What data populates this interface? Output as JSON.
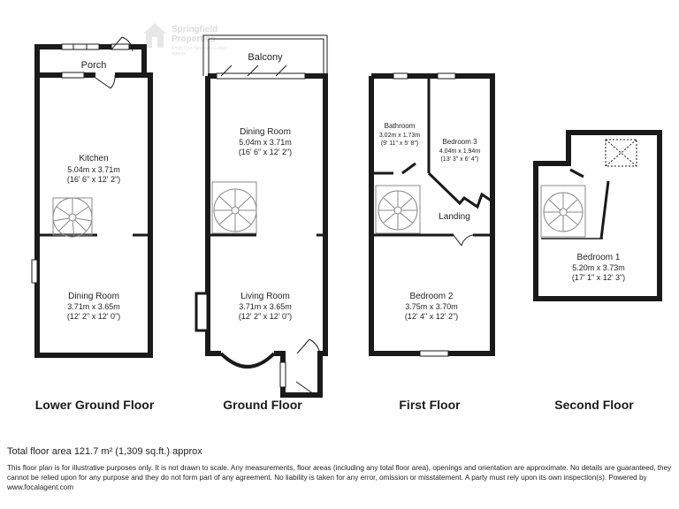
{
  "watermark": {
    "line1": "Springfield",
    "line2": "Properties",
    "line3": "Kings Own Specialist Estate Agents"
  },
  "floors": [
    {
      "title": "Lower Ground Floor",
      "rooms": [
        {
          "name": "Porch"
        },
        {
          "name": "Kitchen",
          "metric": "5.04m x 3.71m",
          "imperial": "(16' 6\" x 12' 2\")"
        },
        {
          "name": "Dining Room",
          "metric": "3.71m x 3.65m",
          "imperial": "(12' 2\" x 12' 0\")"
        }
      ]
    },
    {
      "title": "Ground Floor",
      "rooms": [
        {
          "name": "Balcony"
        },
        {
          "name": "Dining Room",
          "metric": "5.04m x 3.71m",
          "imperial": "(16' 6\" x 12' 2\")"
        },
        {
          "name": "Living Room",
          "metric": "3.71m x 3.65m",
          "imperial": "(12' 2\" x 12' 0\")"
        }
      ]
    },
    {
      "title": "First Floor",
      "rooms": [
        {
          "name": "Bathroom",
          "metric": "3.02m x 1.73m",
          "imperial": "(9' 11\" x 5' 8\")"
        },
        {
          "name": "Bedroom 3",
          "metric": "4.04m x 1.94m",
          "imperial": "(13' 3\" x 6' 4\")"
        },
        {
          "name": "Landing"
        },
        {
          "name": "Bedroom 2",
          "metric": "3.75m x 3.70m",
          "imperial": "(12' 4\" x 12' 2\")"
        }
      ]
    },
    {
      "title": "Second Floor",
      "rooms": [
        {
          "name": "Bedroom 1",
          "metric": "5.20m x 3.73m",
          "imperial": "(17' 1\" x 12' 3\")"
        }
      ]
    }
  ],
  "total_area": "Total floor area 121.7 m² (1,309 sq.ft.) approx",
  "disclaimer": "This floor plan is for illustrative purposes only. It is not drawn to scale. Any measurements, floor areas (including any total floor area), openings and orientation are approximate. No details are guaranteed, they cannot be relied upon for any purpose and they do not form part of any agreement. No liability is taken for any error, omission or misstatement. A party must rely upon its own inspection(s). Powered by www.focalagent.com",
  "colors": {
    "wall": "#1a1a1a",
    "stair": "#888888"
  }
}
